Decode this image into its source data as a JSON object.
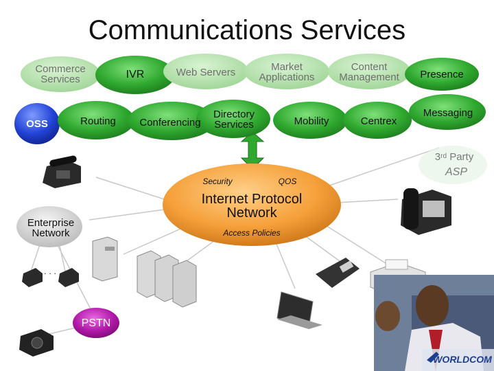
{
  "title": "Communications Services",
  "services_row1": [
    {
      "label": "Commerce Services",
      "faded": true
    },
    {
      "label": "IVR",
      "faded": false
    },
    {
      "label": "Web Servers",
      "faded": true
    },
    {
      "label": "Market Applications",
      "faded": true
    },
    {
      "label": "Content Management",
      "faded": true
    },
    {
      "label": "Presence",
      "faded": false
    }
  ],
  "services_row2": [
    {
      "label": "OSS",
      "kind": "blue"
    },
    {
      "label": "Routing",
      "kind": "green"
    },
    {
      "label": "Conferencing",
      "kind": "green"
    },
    {
      "label": "Directory Services",
      "kind": "green"
    },
    {
      "label": "Mobility",
      "kind": "green"
    },
    {
      "label": "Centrex",
      "kind": "green"
    },
    {
      "label": "Messaging",
      "kind": "green"
    }
  ],
  "network": {
    "label": "Internet Protocol Network",
    "security": "Security",
    "qos": "QOS",
    "access": "Access Policies"
  },
  "third_party": {
    "prefix": "3",
    "sup": "rd",
    "suffix": " Party",
    "line2": "ASP"
  },
  "enterprise": "Enterprise Network",
  "pstn": "PSTN",
  "ellipsis": ". . .",
  "brand": "WORLDCOM",
  "colors": {
    "green": "#2fa82f",
    "green_faded": "#a9dba0",
    "blue": "#1f3fcf",
    "orange": "#f5a03a",
    "purple": "#b018a8",
    "gray": "#cfcfcf"
  }
}
